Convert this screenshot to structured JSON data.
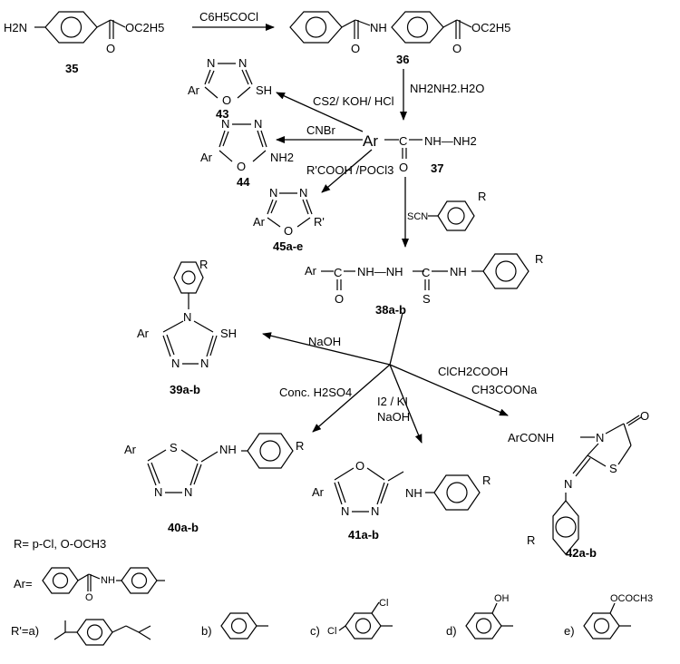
{
  "compounds": {
    "c35": "35",
    "c36": "36",
    "c37": "37",
    "c38": "38a-b",
    "c39": "39a-b",
    "c40": "40a-b",
    "c41": "41a-b",
    "c42": "42a-b",
    "c43": "43",
    "c44": "44",
    "c45": "45a-e"
  },
  "reagents": {
    "benzoyl_chloride": "C6H5COCl",
    "hydrazine": "NH2NH2.H2O",
    "cs2": "CS2/ KOH/ HCl",
    "cnbr": "CNBr",
    "pocl3": "R'COOH /POCl3",
    "isothiocyanate": "SCN",
    "naoh": "NaOH",
    "h2so4": "Conc. H2SO4",
    "i2ki": "I2 / KI",
    "naoh2": "NaOH",
    "clch2cooh": "ClCH2COOH",
    "ch3coona": "CH3COONa"
  },
  "atoms": {
    "h2n": "H2N",
    "ester": "OC2H5",
    "nh": "NH",
    "o": "O",
    "ar": "Ar",
    "hydrazide": "NH—NH2",
    "sh": "SH",
    "nh2": "NH2",
    "r_prime": "R'",
    "n": "N",
    "s": "S",
    "r": "R",
    "nh_nh": "NH—NH",
    "arconh": "ArCONH"
  },
  "legend": {
    "r_def": "R= p-Cl, O-OCH3",
    "ar_def": "Ar=",
    "rprime_def": "R'=a)",
    "b": "b)",
    "c": "c)",
    "d": "d)",
    "e": "e)",
    "cl": "Cl",
    "oh": "OH",
    "ococh3": "OCOCH3",
    "nh_small": "NH",
    "o_small": "O"
  }
}
